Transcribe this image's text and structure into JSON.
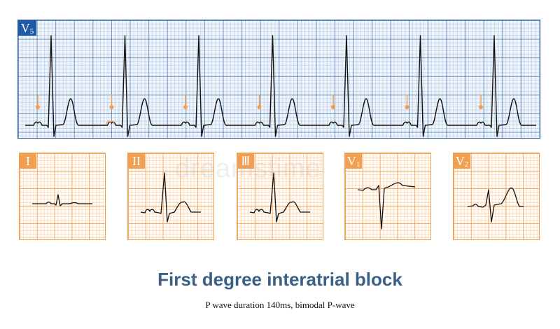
{
  "main_strip": {
    "lead": "V",
    "lead_sub": "5",
    "grid_color": "#2f5f9e",
    "tag_color": "#1f5aa6",
    "marker_color": "#f0a050",
    "beat_count": 7
  },
  "panels": [
    {
      "lead": "I",
      "lead_sub": "",
      "morphology": "low-amplitude"
    },
    {
      "lead": "II",
      "lead_sub": "",
      "morphology": "upright-qrs-bifid-t"
    },
    {
      "lead": "Ⅲ",
      "lead_sub": "",
      "morphology": "upright-qrs-bifid-t"
    },
    {
      "lead": "V",
      "lead_sub": "1",
      "morphology": "rs-deep-s"
    },
    {
      "lead": "V",
      "lead_sub": "2",
      "morphology": "rs-upright-t"
    }
  ],
  "caption": {
    "title": "First degree interatrial block",
    "subtitle": "P wave duration 140ms, bimodal P-wave"
  },
  "watermark": "dreamstime"
}
